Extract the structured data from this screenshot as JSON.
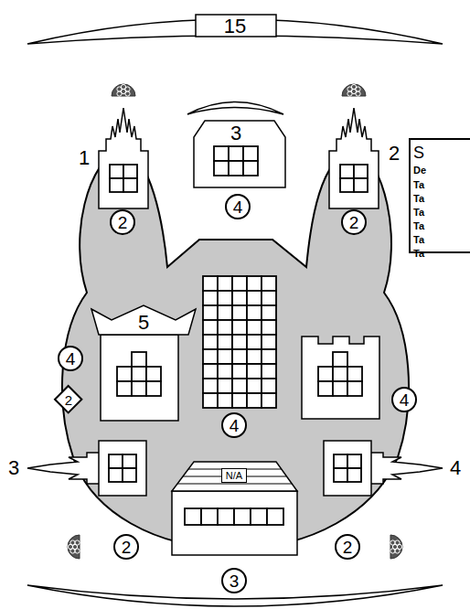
{
  "diagram": {
    "nodes": [
      {
        "text": [
          "15"
        ]
      },
      {
        "text": [
          "2"
        ]
      },
      {
        "text": [
          "3"
        ]
      },
      {
        "text": [
          "4"
        ]
      },
      {
        "text": [
          "2"
        ]
      },
      {
        "text": [
          "5"
        ]
      },
      {
        "text": [
          "4"
        ]
      },
      {
        "text": [
          "2"
        ]
      },
      {
        "text": [
          "4"
        ]
      },
      {
        "text": [
          "4"
        ]
      },
      {
        "text": [
          "2"
        ]
      },
      {
        "text": [
          "N/A"
        ]
      },
      {
        "text": [
          "2"
        ]
      },
      {
        "text": [
          "3"
        ]
      }
    ],
    "labels": [
      "1",
      "2",
      "3",
      "4",
      "S",
      "De",
      "Ta",
      "Ta",
      "Ta",
      "Ta",
      "Ta",
      "Ta"
    ]
  }
}
